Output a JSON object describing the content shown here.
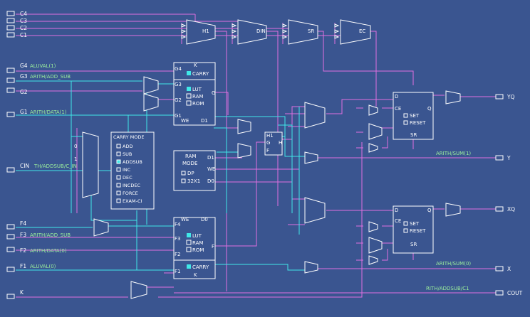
{
  "inputs": {
    "c4": "C4",
    "c3": "C3",
    "c2": "C2",
    "c1": "C1",
    "g4": "G4",
    "g3": "G3",
    "g2": "G2",
    "g1": "G1",
    "cin": "CIN",
    "f4": "F4",
    "f3": "F3",
    "f2": "F2",
    "f1": "F1",
    "k": "K"
  },
  "net_labels": {
    "g4": "ALUVAL(1)",
    "g3": "ARITH/ADD_SUB",
    "g1": "ARITH/DATA(1)",
    "cin": "TH/ADDSUB/C_IN",
    "f3": "ARITH/ADD_SUB",
    "f2": "ARITH/DATA(0)",
    "f1": "ALUVAL(0)",
    "sum1": "ARITH/SUM(1)",
    "sum0": "ARITH/SUM(0)",
    "cout_net": "RITH/ADDSUB/C1"
  },
  "outputs": {
    "yq": "YQ",
    "y": "Y",
    "xq": "XQ",
    "x": "X",
    "cout": "COUT"
  },
  "top_muxes": {
    "h1": "H1",
    "din": "DIN",
    "sr": "SR",
    "ec": "EC"
  },
  "mux_pin_labels": {
    "zero": "0",
    "one": "1"
  },
  "g_lut": {
    "pins": [
      "G4",
      "G3",
      "G2",
      "G1"
    ],
    "k": "K",
    "carry": "CARRY",
    "lut": "LUT",
    "ram": "RAM",
    "rom": "ROM",
    "we": "WE",
    "d1": "D1"
  },
  "carry_mode": {
    "title": "CARRY MODE",
    "options": [
      "ADD",
      "SUB",
      "ADDSUB",
      "INC",
      "DEC",
      "INCDEC",
      "FORCE",
      "EXAM-CI"
    ],
    "selected_index": 2
  },
  "ram_mode": {
    "title1": "RAM",
    "title2": "MODE",
    "opt_dp": "DP",
    "opt_32x1": "32X1",
    "d1": "D1",
    "we": "WE",
    "d0": "D0"
  },
  "f_lut": {
    "pins": [
      "F4",
      "F3",
      "F2",
      "F1"
    ],
    "we": "WE",
    "d0": "D0",
    "lut": "LUT",
    "ram": "RAM",
    "rom": "ROM",
    "carry": "CARRY",
    "k": "K",
    "f_out": "F"
  },
  "h_block": {
    "h1": "H1",
    "g": "G",
    "f": "F",
    "h": "H"
  },
  "ff_top": {
    "d": "D",
    "ce": "CE",
    "q": "Q",
    "set": "SET",
    "reset": "RESET",
    "sr": "SR"
  },
  "ff_bot": {
    "d": "D",
    "ce": "CE",
    "q": "Q",
    "set": "SET",
    "reset": "RESET",
    "sr": "SR"
  },
  "colors": {
    "background": "#3a5590",
    "wire_cyan": "#40e8e8",
    "wire_magenta": "#e070e0",
    "net_label": "#9cf09c"
  }
}
